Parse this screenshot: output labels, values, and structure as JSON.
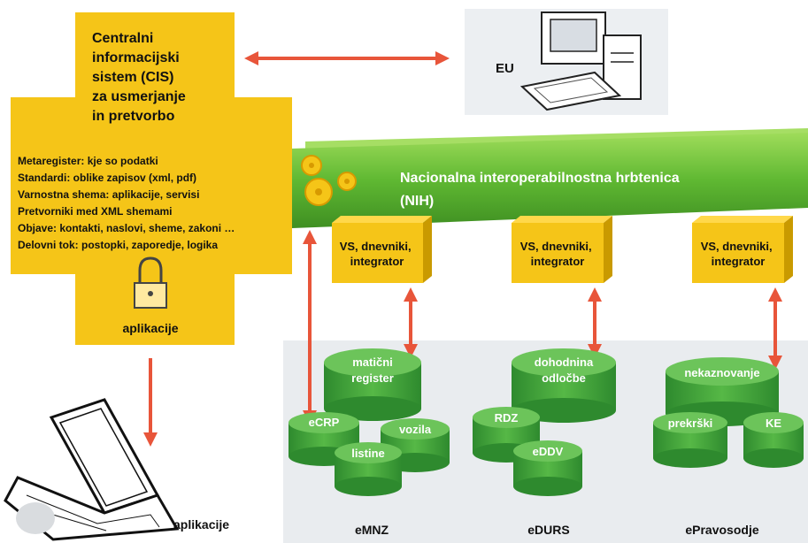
{
  "cis": {
    "title": [
      "Centralni",
      "informacijski",
      "sistem (CIS)",
      "za usmerjanje",
      "in pretvorbo"
    ],
    "items": [
      "Metaregister: kje so podatki",
      "Standardi: oblike zapisov (xml, pdf)",
      "Varnostna shema: aplikacije, servisi",
      "Pretvorniki med XML shemami",
      "Objave: kontakti, naslovi, sheme, zakoni …",
      "Delovni tok: postopki, zaporedje, logika"
    ],
    "app_label": "aplikacije"
  },
  "eu": {
    "label": "EU"
  },
  "backbone": {
    "title": "Nacionalna interoperabilnostna hrbtenica",
    "abbr": "(NIH)"
  },
  "connectors": [
    {
      "line1": "VS, dnevniki,",
      "line2": "integrator"
    },
    {
      "line1": "VS, dnevniki,",
      "line2": "integrator"
    },
    {
      "line1": "VS, dnevniki,",
      "line2": "integrator"
    }
  ],
  "clusters": [
    {
      "name": "eMNZ",
      "main": [
        "matični",
        "register"
      ],
      "dbs": [
        "eCRP",
        "vozila",
        "listine"
      ]
    },
    {
      "name": "eDURS",
      "main": [
        "dohodnina",
        "odločbe"
      ],
      "dbs": [
        "RDZ",
        "eDDV"
      ]
    },
    {
      "name": "ePravosodje",
      "main": [
        "nekaznovanje"
      ],
      "dbs": [
        "prekrški",
        "KE"
      ]
    }
  ],
  "laptop": {
    "label": "aplikacije"
  },
  "colors": {
    "yellow": "#f5c518",
    "green": "#6cc43a",
    "arrow": "#e8553a",
    "db": "#3aa33a"
  }
}
